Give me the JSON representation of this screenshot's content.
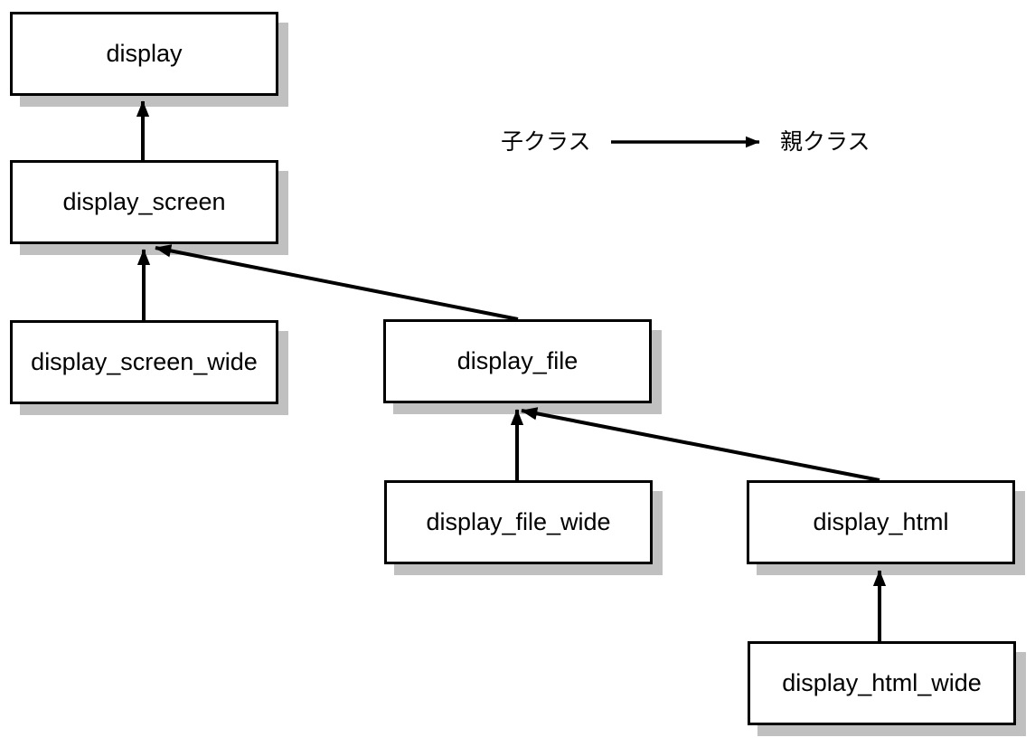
{
  "legend": {
    "child_label": "子クラス",
    "parent_label": "親クラス"
  },
  "nodes": [
    {
      "id": "display",
      "label": "display"
    },
    {
      "id": "display_screen",
      "label": "display_screen"
    },
    {
      "id": "display_screen_wide",
      "label": "display_screen_wide"
    },
    {
      "id": "display_file",
      "label": "display_file"
    },
    {
      "id": "display_file_wide",
      "label": "display_file_wide"
    },
    {
      "id": "display_html",
      "label": "display_html"
    },
    {
      "id": "display_html_wide",
      "label": "display_html_wide"
    }
  ],
  "edges": [
    {
      "from": "display_screen",
      "to": "display"
    },
    {
      "from": "display_screen_wide",
      "to": "display_screen"
    },
    {
      "from": "display_file",
      "to": "display_screen"
    },
    {
      "from": "display_file_wide",
      "to": "display_file"
    },
    {
      "from": "display_html",
      "to": "display_file"
    },
    {
      "from": "display_html_wide",
      "to": "display_html"
    }
  ],
  "colors": {
    "box_fill": "#ffffff",
    "box_border": "#000000",
    "shadow": "#c0c0c0",
    "arrow": "#000000",
    "text": "#000000"
  }
}
